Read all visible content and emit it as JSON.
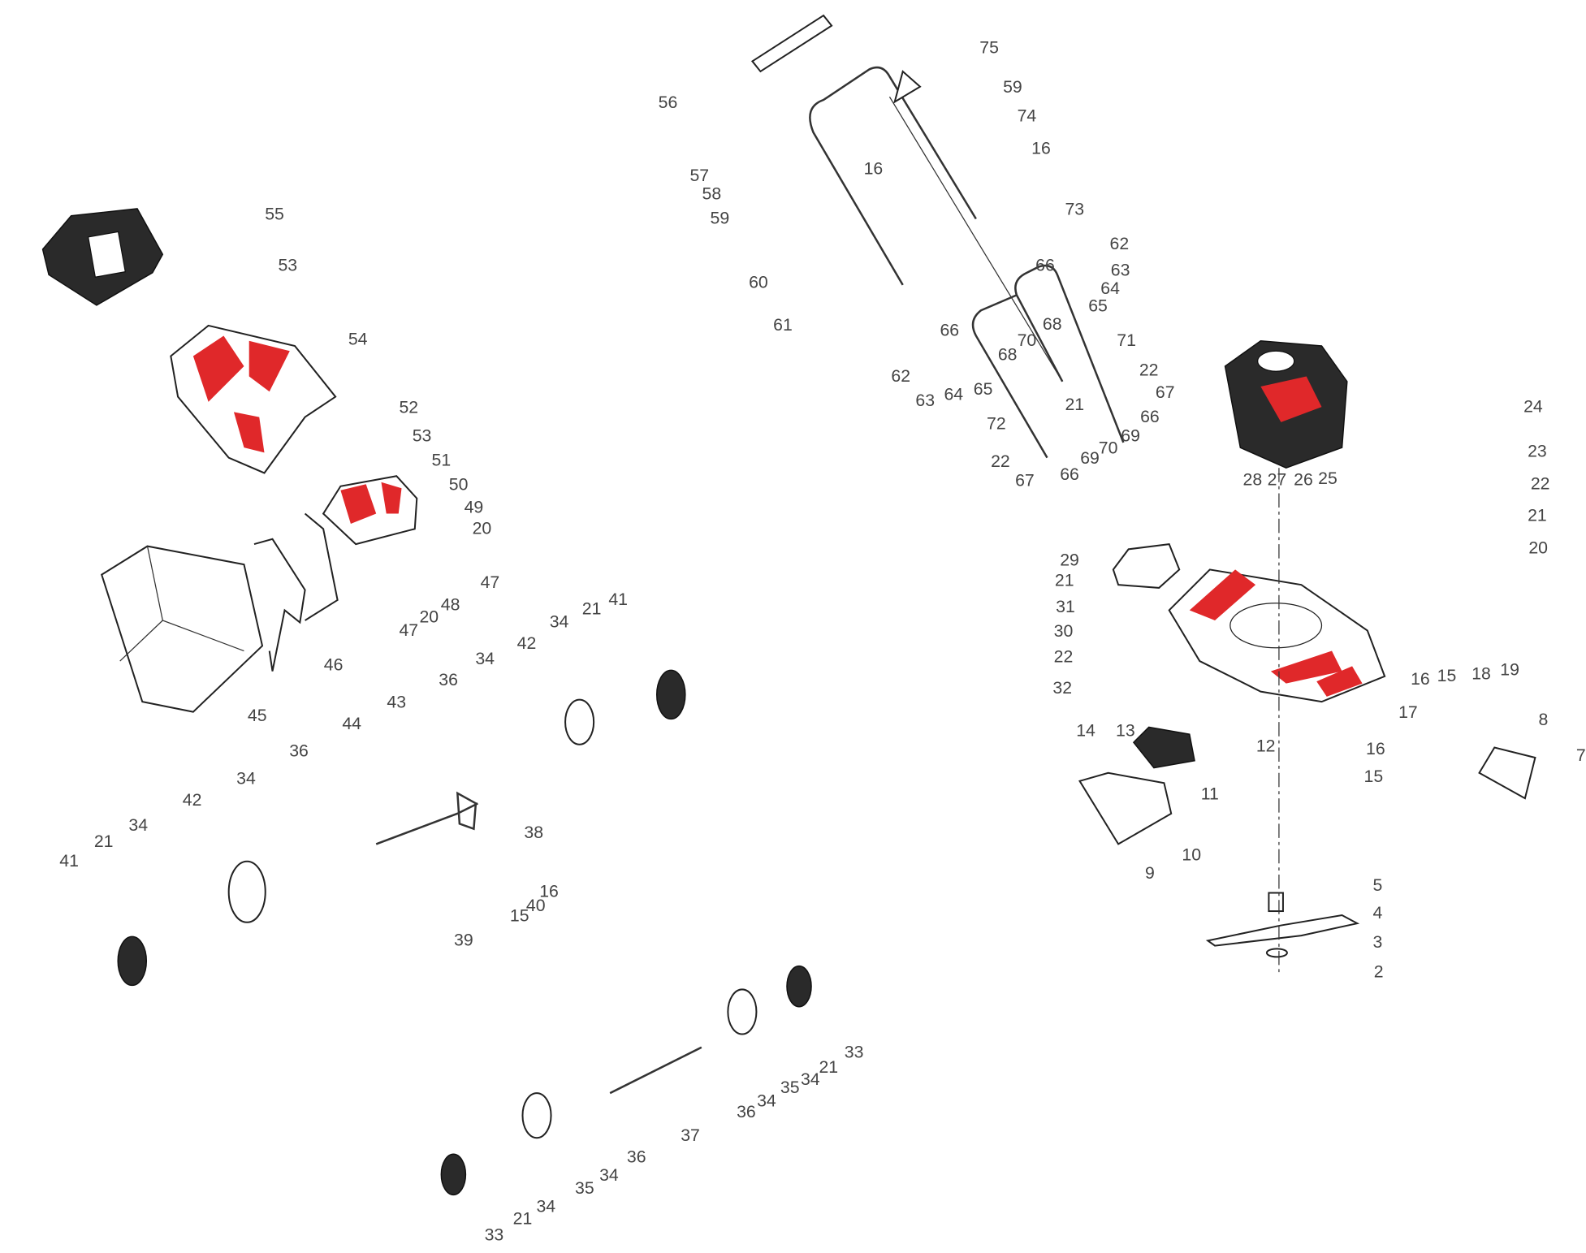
{
  "title": "Lawn mower exploded parts diagram",
  "colors": {
    "accent": "#e0282a",
    "line": "#222222"
  },
  "callouts": [
    "55",
    "53",
    "54",
    "52",
    "53",
    "51",
    "50",
    "49",
    "20",
    "47",
    "20",
    "47",
    "48",
    "46",
    "45",
    "44",
    "43",
    "36",
    "34",
    "42",
    "34",
    "21",
    "41",
    "36",
    "34",
    "42",
    "34",
    "21",
    "41",
    "38",
    "16",
    "40",
    "15",
    "39",
    "33",
    "21",
    "34",
    "35",
    "34",
    "36",
    "37",
    "36",
    "34",
    "35",
    "34",
    "21",
    "33",
    "56",
    "75",
    "59",
    "74",
    "16",
    "16",
    "57",
    "58",
    "59",
    "73",
    "60",
    "61",
    "62",
    "63",
    "64",
    "65",
    "66",
    "68",
    "70",
    "66",
    "68",
    "71",
    "62",
    "63",
    "64",
    "65",
    "72",
    "22",
    "67",
    "21",
    "66",
    "69",
    "70",
    "69",
    "66",
    "22",
    "67",
    "24",
    "23",
    "22",
    "21",
    "20",
    "28",
    "27",
    "26",
    "25",
    "29",
    "21",
    "31",
    "30",
    "22",
    "32",
    "14",
    "13",
    "12",
    "11",
    "10",
    "9",
    "16",
    "15",
    "18",
    "19",
    "17",
    "16",
    "15",
    "8",
    "7",
    "5",
    "4",
    "3",
    "2"
  ]
}
